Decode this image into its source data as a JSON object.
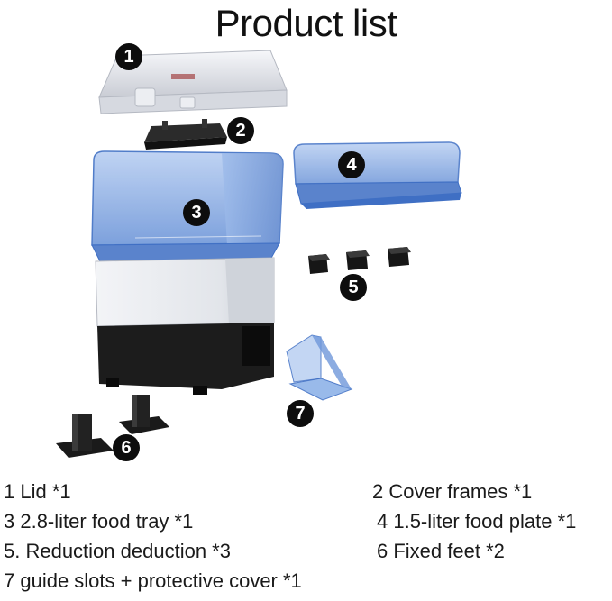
{
  "title": "Product list",
  "badges": [
    "1",
    "2",
    "3",
    "4",
    "5",
    "6",
    "7"
  ],
  "legend": [
    "1 Lid *1",
    "2 Cover frames *1",
    "3 2.8-liter food tray *1",
    "4 1.5-liter food plate *1",
    "5. Reduction deduction *3",
    "6 Fixed feet *2",
    "7 guide slots + protective cover *1"
  ],
  "colors": {
    "tray_blue": "#8fb3e8",
    "tray_edge": "#3f6fc4",
    "body_silver": "#e3e6ec",
    "base_black": "#1c1c1c",
    "badge": "#0d0d0d"
  }
}
